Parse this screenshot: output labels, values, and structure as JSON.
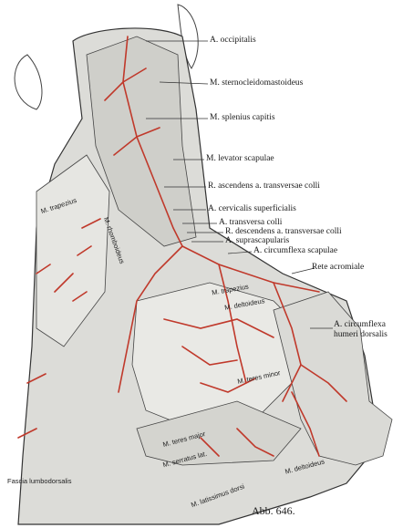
{
  "figure": {
    "caption": "Abb. 646.",
    "colors": {
      "artery": "#c0392b",
      "muscle": "#d9d9d6",
      "outline": "#3a3a3a",
      "background": "#ffffff"
    },
    "labels": [
      "A. occipitalis",
      "M. sternocleidomastoideus",
      "M. splenius capitis",
      "M. levator scapulae",
      "R. ascendens a. transversae colli",
      "A. cervicalis superficialis",
      "A. transversa colli",
      "R. descendens a. transversae colli",
      "A. suprascapularis",
      "A. circumflexa scapulae",
      "Rete acromiale",
      "A. circumflexa",
      "humeri dorsalis"
    ],
    "inline_labels": [
      "M. trapezius",
      "M. rhomboideus",
      "M. trapezius",
      "M. deltoideus",
      "M. teres minor",
      "M. teres major",
      "M. serratus lat.",
      "M. deltoideus",
      "M. latissimus dorsi",
      "Fascia lumbodorsalis"
    ]
  }
}
